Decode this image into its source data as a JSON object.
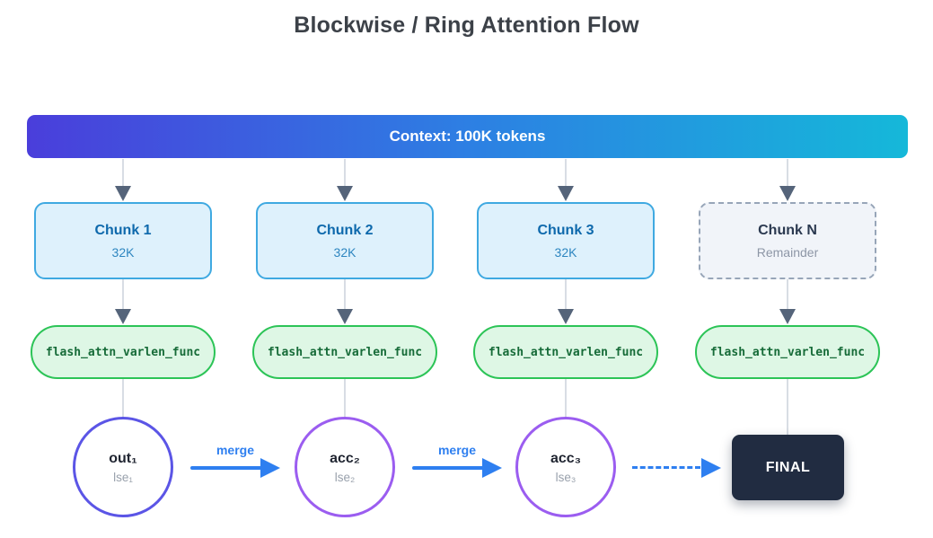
{
  "title": "Blockwise / Ring Attention Flow",
  "context_bar": {
    "label": "Context: 100K tokens"
  },
  "columns": [
    {
      "chunk_title": "Chunk 1",
      "chunk_subtitle": "32K",
      "func_label": "flash_attn_varlen_func",
      "node_title": "out₁",
      "node_subtitle": "lse₁"
    },
    {
      "chunk_title": "Chunk 2",
      "chunk_subtitle": "32K",
      "func_label": "flash_attn_varlen_func",
      "node_title": "acc₂",
      "node_subtitle": "lse₂"
    },
    {
      "chunk_title": "Chunk 3",
      "chunk_subtitle": "32K",
      "func_label": "flash_attn_varlen_func",
      "node_title": "acc₃",
      "node_subtitle": "lse₃"
    },
    {
      "chunk_title": "Chunk N",
      "chunk_subtitle": "Remainder",
      "func_label": "flash_attn_varlen_func",
      "final_label": "FINAL"
    }
  ],
  "merge_arrows": [
    {
      "label": "merge"
    },
    {
      "label": "merge"
    }
  ],
  "colors": {
    "context_gradient_start": "#4a3edb",
    "context_gradient_mid": "#2d7fe3",
    "context_gradient_end": "#15b8d9",
    "chunk_bg": "#def1fc",
    "chunk_border": "#3fa9e1",
    "chunk_title_text": "#0e69ac",
    "chunk_n_bg": "#f1f4f9",
    "chunk_n_border": "#97a5b8",
    "func_bg": "#def7e5",
    "func_border": "#2cc457",
    "func_text": "#166b38",
    "circle_border_first": "#5b55e6",
    "circle_border_rest": "#9b5df0",
    "merge_blue": "#2e7ff0",
    "final_bg": "#212c41",
    "connector_line": "#d8dde4",
    "connector_arrowhead": "#55647a"
  }
}
